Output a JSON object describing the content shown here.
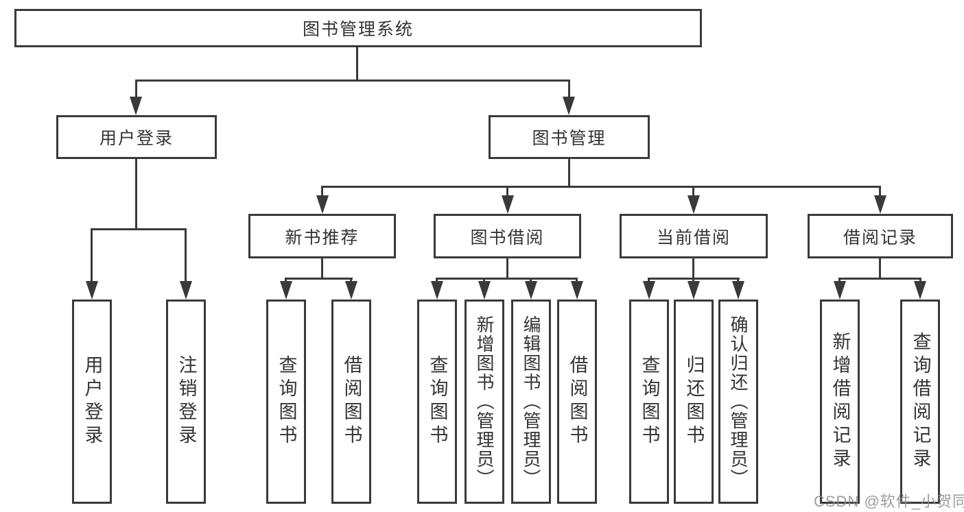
{
  "colors": {
    "line": "#3a3a3a",
    "text": "#333333",
    "watermark": "#8c8c8c",
    "background": "#ffffff"
  },
  "nodes": {
    "root": {
      "label": "图书管理系统"
    },
    "user_login": {
      "label": "用户登录"
    },
    "book_mgmt": {
      "label": "图书管理"
    },
    "new_books": {
      "label": "新书推荐"
    },
    "book_borrow": {
      "label": "图书借阅"
    },
    "current_borrow": {
      "label": "当前借阅"
    },
    "borrow_records": {
      "label": "借阅记录"
    },
    "leaf_user_login": {
      "label": "用户登录"
    },
    "leaf_logout": {
      "label": "注销登录"
    },
    "leaf_nb_query": {
      "label": "查询图书"
    },
    "leaf_nb_borrow": {
      "label": "借阅图书"
    },
    "leaf_bb_query": {
      "label": "查询图书"
    },
    "leaf_bb_add": {
      "label": "新增图书（管理员）"
    },
    "leaf_bb_edit": {
      "label": "编辑图书（管理员）"
    },
    "leaf_bb_borrow": {
      "label": "借阅图书"
    },
    "leaf_cb_query": {
      "label": "查询图书"
    },
    "leaf_cb_return": {
      "label": "归还图书"
    },
    "leaf_cb_confirm": {
      "label": "确认归还（管理员）"
    },
    "leaf_br_add": {
      "label": "新增借阅记录"
    },
    "leaf_br_query": {
      "label": "查询借阅记录"
    }
  },
  "watermark": {
    "text": "CSDN @软件_小贺同学"
  }
}
